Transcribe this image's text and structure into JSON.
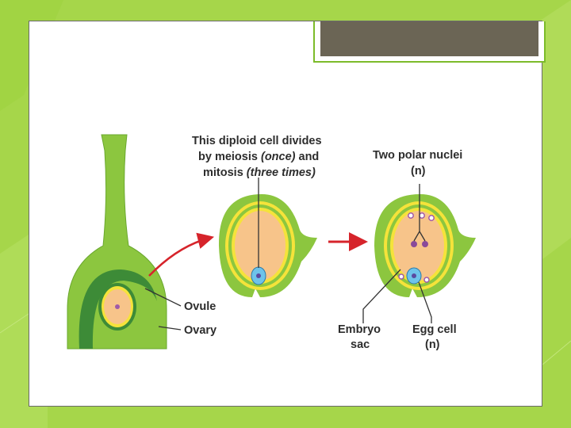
{
  "theme": {
    "background": "#a6d64a",
    "panel": "#ffffff",
    "title_bar": "#6b6555",
    "plant_green": "#8cc63f",
    "dark_green": "#3d8b37",
    "yellow": "#f5e33a",
    "sac_fill": "#f7c48a",
    "arrow_red": "#d6242b"
  },
  "diagram": {
    "caption_diploid": {
      "line1": "This diploid cell divides",
      "line2_a": "by meiosis ",
      "line2_b": "(once)",
      "line2_c": " and",
      "line3_a": "mitosis ",
      "line3_b": "(three times)"
    },
    "caption_polar": {
      "line1": "Two polar nuclei",
      "line2": "(n)"
    },
    "labels": {
      "ovule": "Ovule",
      "ovary": "Ovary",
      "embryo_sac_1": "Embryo",
      "embryo_sac_2": "sac",
      "egg_cell_1": "Egg cell",
      "egg_cell_2": "(n)"
    }
  }
}
